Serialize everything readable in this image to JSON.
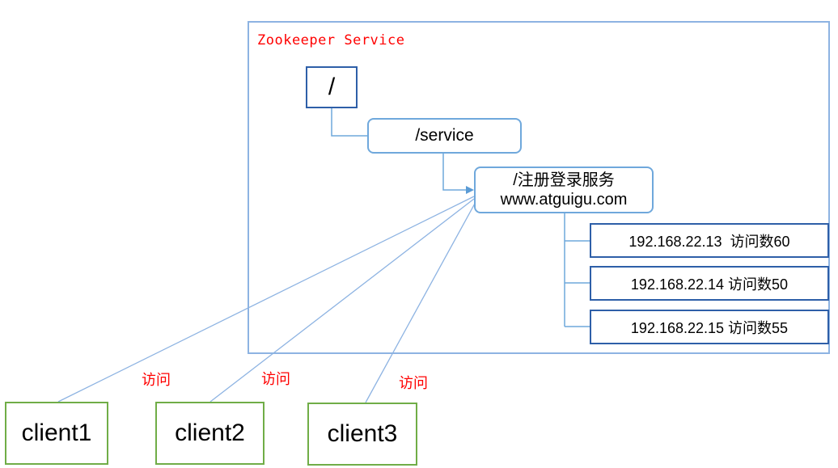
{
  "diagram": {
    "service_title": "Zookeeper Service",
    "root_node": "/",
    "service_node": "/service",
    "login_node": {
      "line1": "/注册登录服务",
      "line2": "www.atguigu.com"
    },
    "server_nodes": [
      "192.168.22.13  访问数60",
      "192.168.22.14 访问数50",
      "192.168.22.15 访问数55"
    ],
    "access_labels": [
      "访问",
      "访问",
      "访问"
    ],
    "clients": [
      "client1",
      "client2",
      "client3"
    ]
  },
  "colors": {
    "frame": "#8db3e2",
    "rounded_node": "#6fa8dc",
    "square_node": "#2e5fa8",
    "connector": "#6fa8dc",
    "client_border": "#70ad47",
    "accent_text": "#ff0000"
  }
}
